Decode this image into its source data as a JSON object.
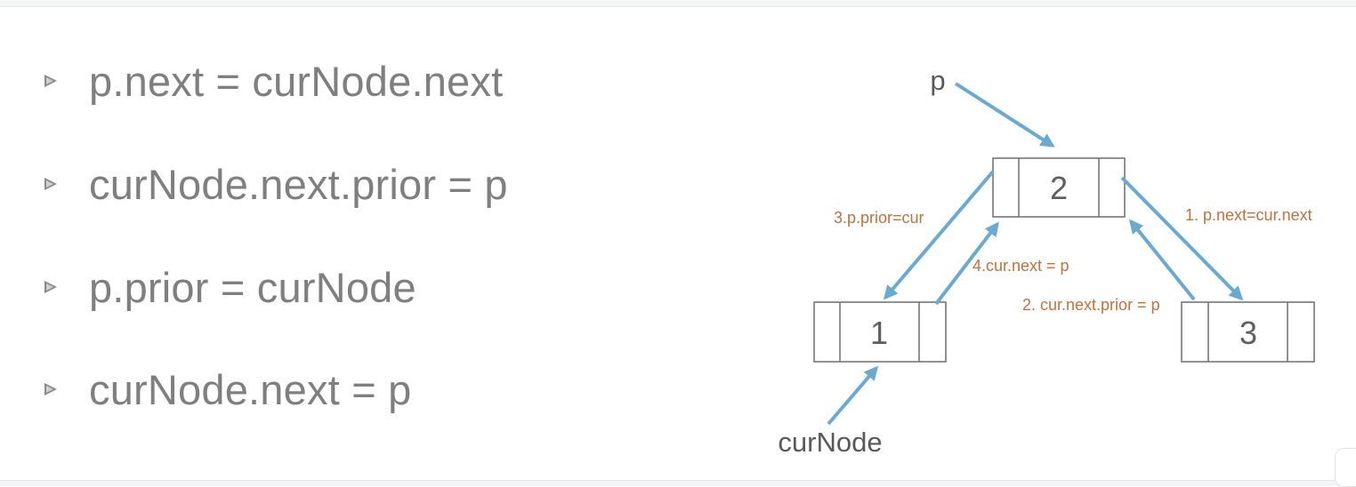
{
  "bullets": [
    "p.next = curNode.next",
    "curNode.next.prior = p",
    "p.prior = curNode",
    "curNode.next = p"
  ],
  "diagram": {
    "nodes": [
      "1",
      "2",
      "3"
    ],
    "pointer_p": "p",
    "pointer_cur": "curNode",
    "steps": {
      "s1": "1. p.next=cur.next",
      "s2": "2. cur.next.prior = p",
      "s3": "3.p.prior=cur",
      "s4": "4.cur.next = p"
    }
  },
  "colors": {
    "bullet_text": "#7f7f7f",
    "arrow": "#6aaad0",
    "step_label": "#c1713a",
    "node_border": "#767676"
  },
  "icons": {
    "bullet": "triangle-bullet-icon"
  }
}
